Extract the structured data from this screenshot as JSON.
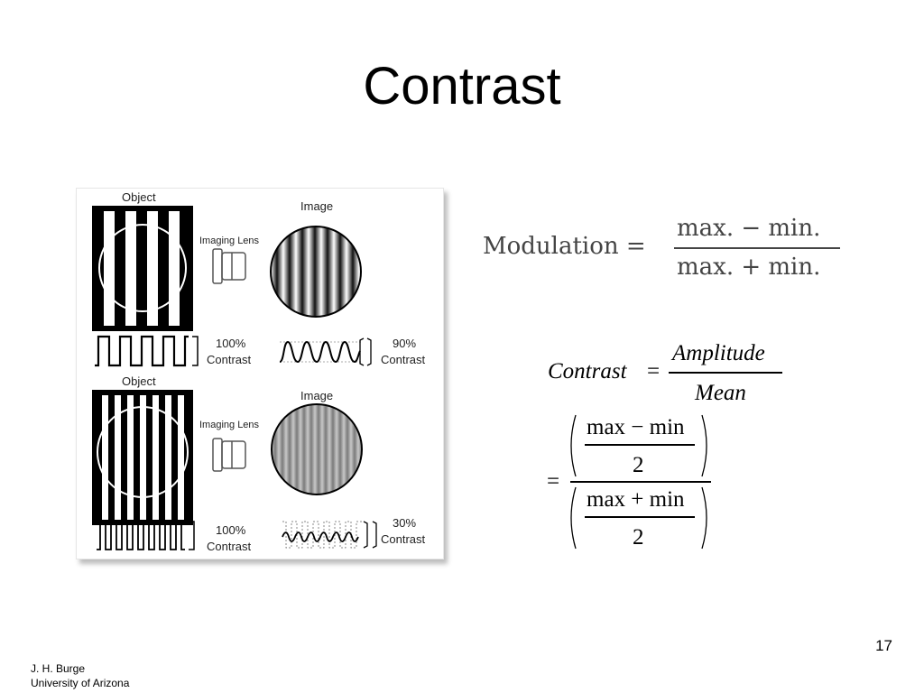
{
  "slide": {
    "title": "Contrast",
    "page_number": "17",
    "footer": {
      "author": "J. H. Burge",
      "institution": "University of Arizona"
    }
  },
  "figure": {
    "top": {
      "object_label": "Object",
      "image_label": "Image",
      "lens_label": "Imaging Lens",
      "object_contrast_pct": "100%",
      "object_contrast_word": "Contrast",
      "image_contrast_pct": "90%",
      "image_contrast_word": "Contrast"
    },
    "bottom": {
      "object_label": "Object",
      "image_label": "Image",
      "lens_label": "Imaging Lens",
      "object_contrast_pct": "100%",
      "object_contrast_word": "Contrast",
      "image_contrast_pct": "30%",
      "image_contrast_word": "Contrast"
    }
  },
  "equations": {
    "modulation": {
      "lhs": "Modulation =",
      "numerator": "max. − min.",
      "denominator": "max. + min."
    },
    "contrast": {
      "lhs": "Contrast",
      "equals": "=",
      "numerator": "Amplitude",
      "denominator": "Mean",
      "eq2_equals": "=",
      "inner_top_numerator": "max − min",
      "inner_top_denominator": "2",
      "inner_bottom_numerator": "max + min",
      "inner_bottom_denominator": "2"
    }
  }
}
